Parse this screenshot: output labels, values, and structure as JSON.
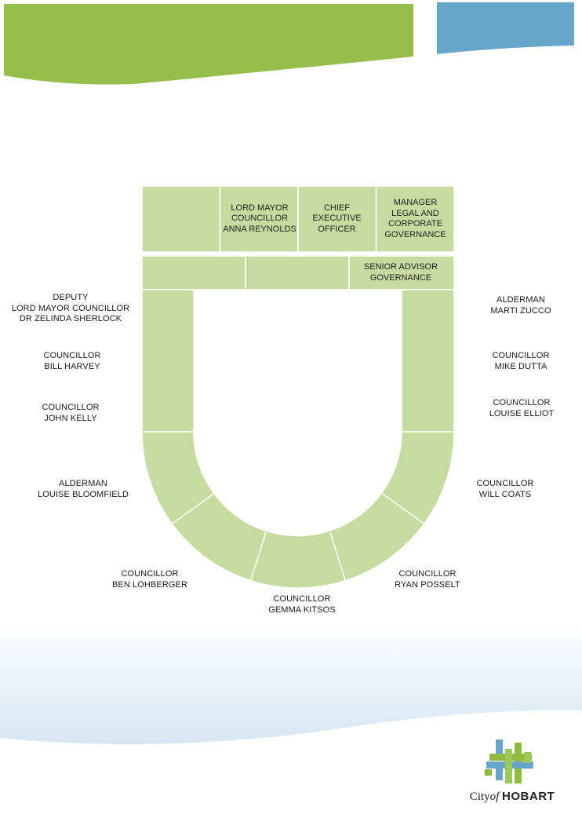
{
  "colors": {
    "banner_green": "#95bf4a",
    "banner_blue": "#66a6cb",
    "seat_fill": "#c6dba0",
    "footer_wave": "#dbe9f4"
  },
  "top_table": [
    "",
    "LORD MAYOR\nCOUNCILLOR\nANNA REYNOLDS",
    "CHIEF\nEXECUTIVE\nOFFICER",
    "MANAGER\nLEGAL AND\nCORPORATE\nGOVERNANCE"
  ],
  "second_row": [
    "",
    "",
    "SENIOR ADVISOR\nGOVERNANCE"
  ],
  "left_seats": [
    "DEPUTY\nLORD MAYOR COUNCILLOR\nDR ZELINDA SHERLOCK",
    "COUNCILLOR\nBILL HARVEY",
    "COUNCILLOR\nJOHN KELLY",
    "ALDERMAN\nLOUISE BLOOMFIELD",
    "COUNCILLOR\nBEN LOHBERGER"
  ],
  "bottom_seat": "COUNCILLOR\nGEMMA KITSOS",
  "right_seats": [
    "ALDERMAN\nMARTI ZUCCO",
    "COUNCILLOR\nMIKE DUTTA",
    "COUNCILLOR\nLOUISE ELLIOT",
    "COUNCILLOR\nWILL COATS",
    "COUNCILLOR\nRYAN POSSELT"
  ],
  "logo": {
    "icon": "city-of-hobart-woven-logo-icon",
    "city": "City",
    "of": "of",
    "name": "HOBART"
  }
}
